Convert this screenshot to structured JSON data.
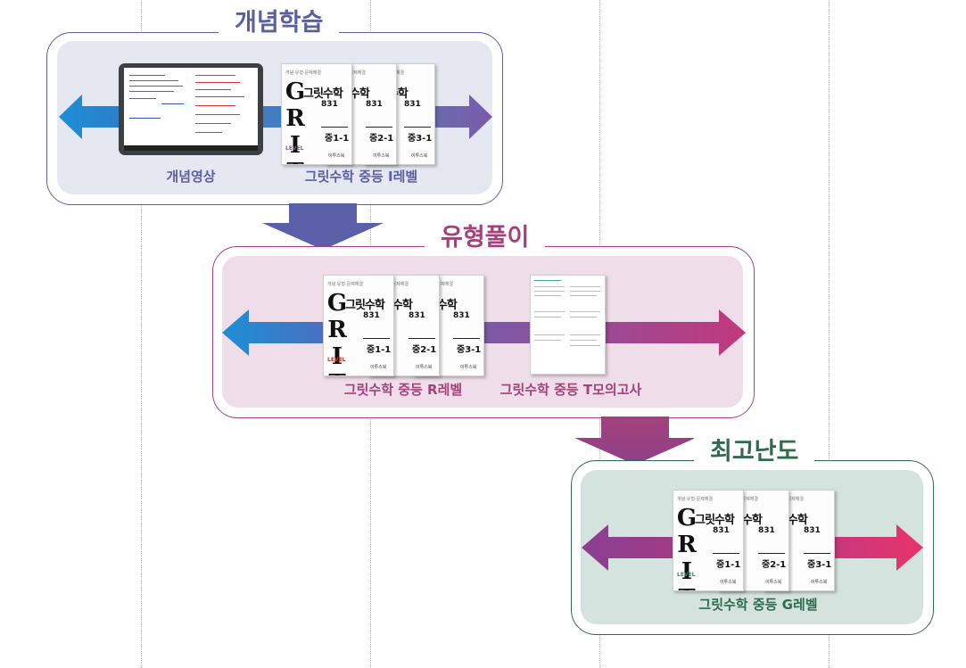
{
  "stages": [
    {
      "title": "개념학습",
      "color": "#5a5f9e",
      "captions": [
        "개념영상",
        "그릿수학 중등 I레벨"
      ]
    },
    {
      "title": "유형풀이",
      "color": "#a3427a",
      "captions": [
        "그릿수학 중등 R레벨",
        "그릿수학 중등 T모의고사"
      ]
    },
    {
      "title": "최고난도",
      "color": "#2f6b4e",
      "captions": [
        "그릿수학 중등 G레벨"
      ]
    }
  ],
  "book": {
    "name": "그릿수학",
    "subtitle": "831",
    "header": "개념·유형·문제해결",
    "grades": [
      "중1-1",
      "중2-1",
      "중3-1"
    ],
    "publisher": "이투스북",
    "logo": "GRIT",
    "level_label": "LEVEL"
  },
  "colors": {
    "stage1_panel": "#e5e7f1",
    "stage2_panel": "#efdde9",
    "stage3_panel": "#d5e3de",
    "blue": "#1d8fd6",
    "purple": "#7a5aa8",
    "magenta": "#c2387c",
    "pink": "#e8336b"
  },
  "icons": [
    "left-arrow-icon",
    "right-arrow-icon",
    "down-arrow-icon",
    "tablet-icon"
  ]
}
